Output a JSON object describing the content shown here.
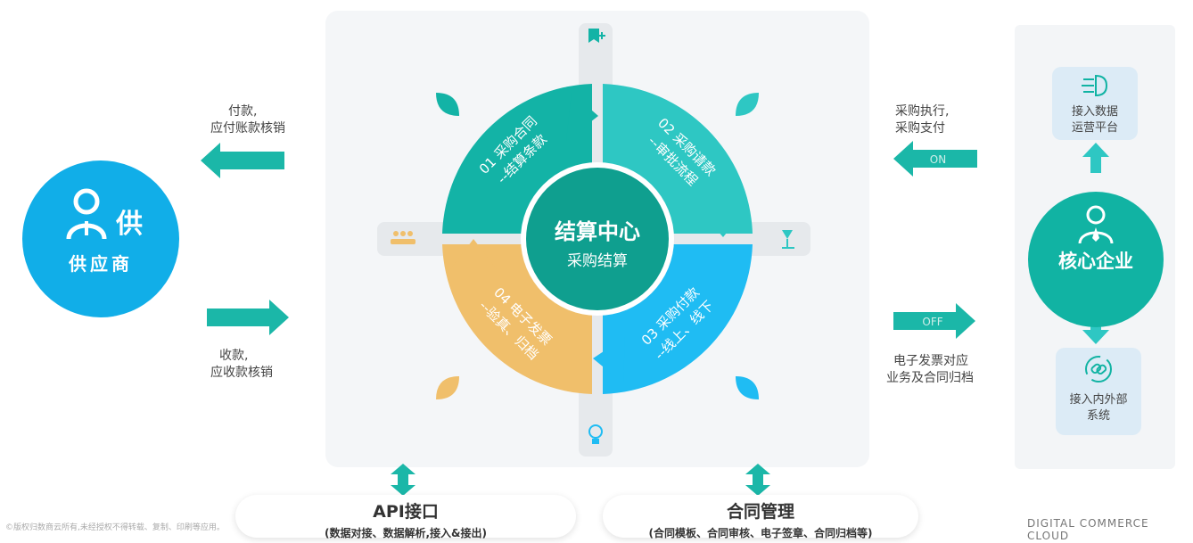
{
  "supplier": {
    "name": "供应商",
    "glyph": "供",
    "pay_label": [
      "付款,",
      "应付账款核销"
    ],
    "receive_label": [
      "收款,",
      "应收款核销"
    ]
  },
  "center": {
    "title": "结算中心",
    "subtitle": "采购结算",
    "segments": [
      {
        "line1": "01 采购合同",
        "line2": "--结算条款",
        "color": "#13b3a6"
      },
      {
        "line1": "02 采购请款",
        "line2": "--审批流程",
        "color": "#2ec7c3"
      },
      {
        "line1": "03 采购付款",
        "line2": "--线上、线下",
        "color": "#1fbcf3"
      },
      {
        "line1": "04 电子发票",
        "line2": "--验真、归档",
        "color": "#f0bf6b"
      }
    ]
  },
  "core": {
    "name": "核心企业",
    "top_box": [
      "接入数据",
      "运营平台"
    ],
    "bottom_box": [
      "接入内外部",
      "系统"
    ],
    "exec_label": [
      "采购执行,",
      "采购支付"
    ],
    "invoice_label": [
      "电子发票对应",
      "业务及合同归档"
    ],
    "on_label": "ON",
    "off_label": "OFF"
  },
  "api": {
    "title": "API接口",
    "subtitle": "(数据对接、数据解析,接入&接出)"
  },
  "contract": {
    "title": "合同管理",
    "subtitle": "(合同模板、合同审核、电子签章、合同归档等)"
  },
  "footer": {
    "copyright": "©版权归数商云所有,未经授权不得转载、复制、印刷等应用。",
    "brand": "DIGITAL COMMERCE CLOUD"
  },
  "colors": {
    "teal": "#11b3a3",
    "supplier_blue": "#11aee8",
    "arrow_teal": "#1bb7a8"
  },
  "icons": [
    "document-plus-icon",
    "desk-lamp-icon",
    "lightbulb-icon",
    "meeting-people-icon",
    "user-icon",
    "business-person-icon",
    "brain-network-icon",
    "link-sync-icon"
  ]
}
